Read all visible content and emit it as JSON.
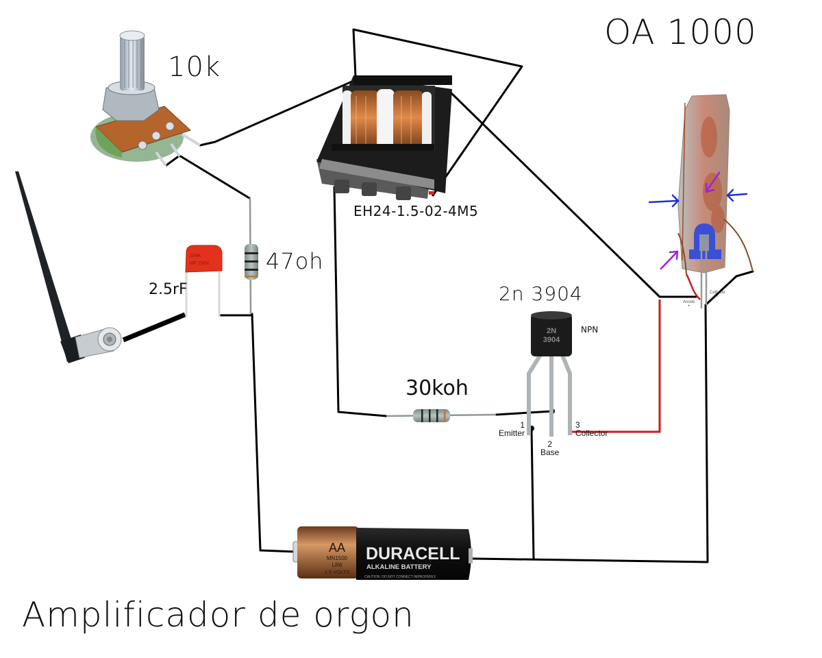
{
  "title": "Amplificador de orgon",
  "device_label": "OA 1000",
  "components": {
    "potentiometer": {
      "label": "10k"
    },
    "transformer": {
      "label": "EH24-1.5-02-4M5"
    },
    "resistor_47": {
      "label": "47oh"
    },
    "capacitor": {
      "label": "2.5rF",
      "print_line1": "104K",
      "print_line2": "MF 250V"
    },
    "resistor_30k": {
      "label": "30koh"
    },
    "transistor": {
      "label": "2n 3904",
      "type": "NPN",
      "body_line1": "2N",
      "body_line2": "3904",
      "pins": [
        {
          "number": "1",
          "name": "Emitter"
        },
        {
          "number": "2",
          "name": "Base"
        },
        {
          "number": "3",
          "name": "Collector"
        }
      ]
    },
    "battery": {
      "size": "AA",
      "model": "MN1500",
      "iec": "LR6",
      "voltage": "1.5 VOLTS",
      "brand": "DURACELL",
      "subtitle": "ALKALINE BATTERY",
      "caution": "CAUTION: DO NOT CONNECT IMPROPERLY"
    },
    "led": {
      "anode_label": "Anode",
      "anode_sign": "+",
      "cathode_label": "Cathode",
      "cathode_sign": "−"
    },
    "antenna": {}
  },
  "colors": {
    "wire": "#000000",
    "wire_red": "#cc1f1f",
    "led_blue": "#3b4fd6",
    "arrow_blue": "#1d2fd9",
    "arrow_purple": "#a020e0",
    "copper": "#c06a2c",
    "capacitor_red": "#e0301e"
  }
}
